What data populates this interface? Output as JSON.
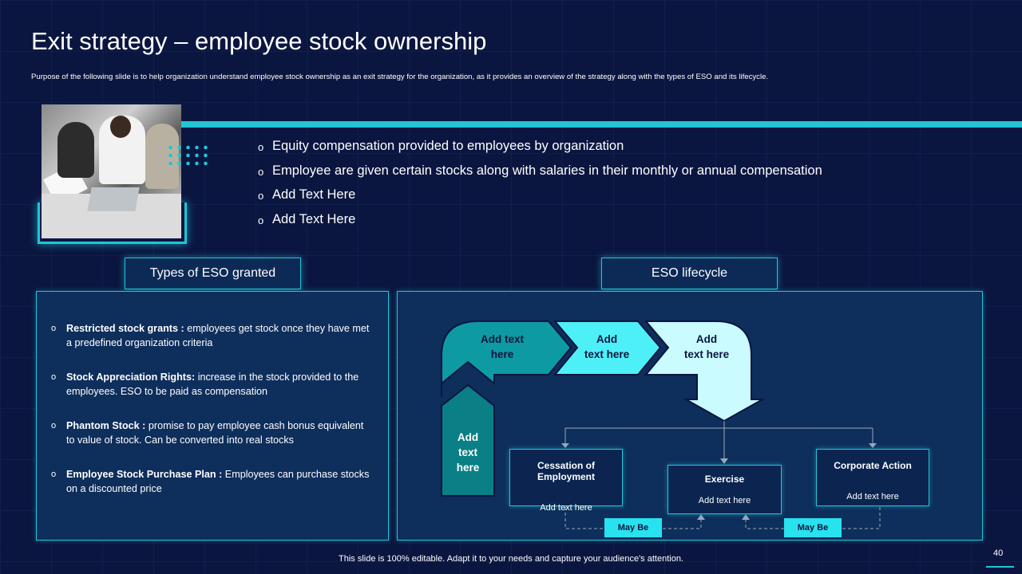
{
  "slide": {
    "title": "Exit strategy – employee stock ownership",
    "subtitle": "Purpose of the following slide is to help organization understand employee stock ownership as an exit strategy for the organization, as it provides an overview of the strategy along with the types of ESO and its lifecycle.",
    "footer": "This slide is 100% editable. Adapt it to your needs and capture your audience's attention.",
    "page_number": "40"
  },
  "overview": {
    "bullet_mark": "o",
    "bullets": [
      "Equity compensation provided to employees by organization",
      "Employee are given certain stocks along with salaries in their monthly or annual compensation",
      "Add Text Here",
      "Add Text Here"
    ]
  },
  "types": {
    "header": "Types of ESO granted",
    "items": [
      {
        "term": "Restricted stock grants",
        "sep": " : ",
        "desc": "employees get stock once they have met a predefined organization criteria"
      },
      {
        "term": "Stock Appreciation Rights",
        "sep": ": ",
        "desc": "increase in the stock provided to the employees. ESO to be paid as compensation"
      },
      {
        "term": "Phantom Stock",
        "sep": " : ",
        "desc": "promise to pay employee cash bonus equivalent to value of stock. Can be converted into real stocks"
      },
      {
        "term": "Employee Stock Purchase Plan",
        "sep": " : ",
        "desc": "Employees can purchase stocks on a discounted price"
      }
    ]
  },
  "lifecycle": {
    "header": "ESO lifecycle",
    "arrows": [
      {
        "line1": "Add",
        "line2": "text",
        "line3": "here"
      },
      {
        "line1": "Add text",
        "line2": "here"
      },
      {
        "line1": "Add",
        "line2": "text here"
      },
      {
        "line1": "Add",
        "line2": "text here"
      }
    ],
    "stages": [
      {
        "title": "Cessation of Employment",
        "text": "Add text here"
      },
      {
        "title": "Exercise",
        "text": "Add text here"
      },
      {
        "title": "Corporate Action",
        "text": "Add text here"
      }
    ],
    "may_be": [
      "May Be",
      "May Be"
    ]
  },
  "colors": {
    "background": "#0b1640",
    "accent": "#21c5d6",
    "arrow_dark": "#0a7f86",
    "arrow_mid": "#4ef0f8",
    "arrow_light": "#c9fbff"
  },
  "icons": {
    "photo": "team-meeting-photo",
    "dots": "dot-grid-decoration"
  }
}
